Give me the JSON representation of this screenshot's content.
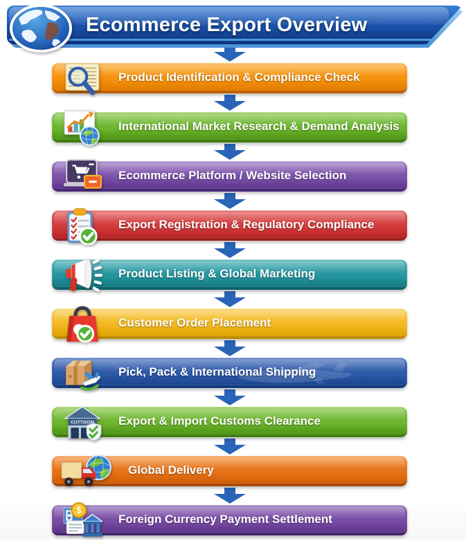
{
  "header": {
    "title": "Ecommerce Export Overview",
    "colors": {
      "top": "#3c7fd6",
      "mid": "#1b54ae",
      "bottom": "#0e3480",
      "stripe": "#55a4e4"
    }
  },
  "arrow_color": "#2a64b8",
  "icon_texts": {
    "customs_sign": "CUTTOOM",
    "coin_symbol": "$"
  },
  "steps": [
    {
      "label": "Product Identification & Compliance Check",
      "icon": "document-search-icon",
      "colors": {
        "light": "#fbae3c",
        "base": "#f6920b",
        "dark": "#e07a00",
        "edge": "#c06002"
      }
    },
    {
      "label": "International Market Research & Demand Analysis",
      "icon": "market-chart-globe-icon",
      "colors": {
        "light": "#8fcc55",
        "base": "#6cb52d",
        "dark": "#4e9414",
        "edge": "#3e7d10"
      }
    },
    {
      "label": "Ecommerce Platform / Website Selection",
      "icon": "laptop-cart-icon",
      "colors": {
        "light": "#9e7cc4",
        "base": "#7b51a9",
        "dark": "#5c3589",
        "edge": "#4a2a78"
      }
    },
    {
      "label": "Export Registration & Regulatory Compliance",
      "icon": "clipboard-check-icon",
      "colors": {
        "light": "#e36262",
        "base": "#d43c3c",
        "dark": "#b52222",
        "edge": "#9c1f1f"
      }
    },
    {
      "label": "Product Listing & Global Marketing",
      "icon": "megaphone-icon",
      "colors": {
        "light": "#51b5bc",
        "base": "#2697a0",
        "dark": "#137881",
        "edge": "#0d6169"
      }
    },
    {
      "label": "Customer Order Placement",
      "icon": "shopping-bag-check-icon",
      "colors": {
        "light": "#f9d05a",
        "base": "#f4b920",
        "dark": "#dda000",
        "edge": "#c08c00"
      }
    },
    {
      "label": "Pick, Pack & International Shipping",
      "icon": "box-airplane-icon",
      "colors": {
        "light": "#4f78c0",
        "base": "#2d59a9",
        "dark": "#1b4590",
        "edge": "#153a7c"
      }
    },
    {
      "label": "Export & Import Customs Clearance",
      "icon": "customs-building-icon",
      "colors": {
        "light": "#8fcc55",
        "base": "#6cb52d",
        "dark": "#4e9414",
        "edge": "#3e7d10"
      }
    },
    {
      "label": "Global Delivery",
      "icon": "truck-globe-icon",
      "colors": {
        "light": "#f49445",
        "base": "#e77318",
        "dark": "#cf5d05",
        "edge": "#a84a04"
      }
    },
    {
      "label": "Foreign Currency Payment Settlement",
      "icon": "currency-bank-icon",
      "colors": {
        "light": "#9670bd",
        "base": "#7a4ca5",
        "dark": "#5c3588",
        "edge": "#452470"
      }
    }
  ]
}
